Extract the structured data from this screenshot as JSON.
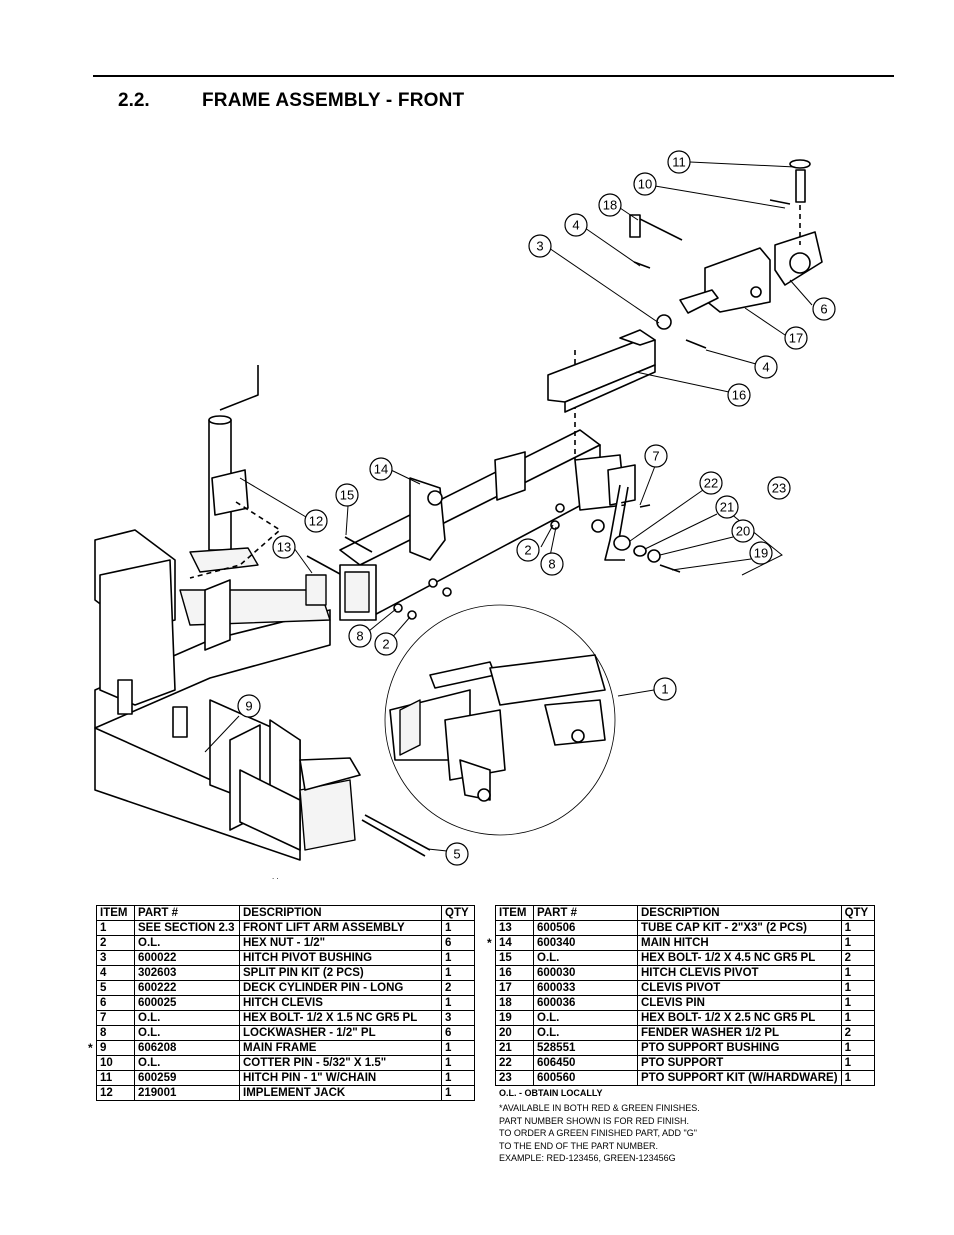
{
  "section": {
    "number": "2.2.",
    "title": "FRAME ASSEMBLY - FRONT"
  },
  "callouts": [
    "11",
    "10",
    "18",
    "4",
    "3",
    "6",
    "17",
    "4",
    "16",
    "7",
    "14",
    "15",
    "12",
    "13",
    "23",
    "22",
    "21",
    "20",
    "19",
    "2",
    "8",
    "8",
    "2",
    "1",
    "9",
    "5"
  ],
  "table_headers": {
    "item": "ITEM",
    "part": "PART #",
    "description": "DESCRIPTION",
    "qty": "QTY"
  },
  "parts_left": [
    {
      "item": "1",
      "part": "SEE SECTION 2.3",
      "description": "FRONT LIFT ARM ASSEMBLY",
      "qty": "1"
    },
    {
      "item": "2",
      "part": "O.L.",
      "description": "HEX NUT - 1/2\"",
      "qty": "6"
    },
    {
      "item": "3",
      "part": "600022",
      "description": "HITCH PIVOT BUSHING",
      "qty": "1"
    },
    {
      "item": "4",
      "part": "302603",
      "description": "SPLIT PIN KIT (2 PCS)",
      "qty": "1"
    },
    {
      "item": "5",
      "part": "600222",
      "description": "DECK CYLINDER PIN - LONG",
      "qty": "2"
    },
    {
      "item": "6",
      "part": "600025",
      "description": "HITCH CLEVIS",
      "qty": "1"
    },
    {
      "item": "7",
      "part": "O.L.",
      "description": "HEX BOLT- 1/2 X 1.5 NC GR5 PL",
      "qty": "3"
    },
    {
      "item": "8",
      "part": "O.L.",
      "description": "LOCKWASHER - 1/2\" PL",
      "qty": "6"
    },
    {
      "item": "9",
      "part": "606208",
      "description": "MAIN FRAME",
      "qty": "1",
      "star": "*"
    },
    {
      "item": "10",
      "part": "O.L.",
      "description": "COTTER PIN - 5/32\" X 1.5\"",
      "qty": "1"
    },
    {
      "item": "11",
      "part": "600259",
      "description": "HITCH PIN - 1\" W/CHAIN",
      "qty": "1"
    },
    {
      "item": "12",
      "part": "219001",
      "description": "IMPLEMENT JACK",
      "qty": "1"
    }
  ],
  "parts_right": [
    {
      "item": "13",
      "part": "600506",
      "description": "TUBE CAP KIT -  2\"X3\" (2 PCS)",
      "qty": "1"
    },
    {
      "item": "14",
      "part": "600340",
      "description": "MAIN HITCH",
      "qty": "1",
      "star": "*"
    },
    {
      "item": "15",
      "part": "O.L.",
      "description": "HEX BOLT- 1/2 X 4.5 NC GR5 PL",
      "qty": "2"
    },
    {
      "item": "16",
      "part": "600030",
      "description": "HITCH CLEVIS PIVOT",
      "qty": "1"
    },
    {
      "item": "17",
      "part": "600033",
      "description": "CLEVIS PIVOT",
      "qty": "1"
    },
    {
      "item": "18",
      "part": "600036",
      "description": "CLEVIS PIN",
      "qty": "1"
    },
    {
      "item": "19",
      "part": "O.L.",
      "description": "HEX BOLT- 1/2 X 2.5 NC GR5 PL",
      "qty": "1"
    },
    {
      "item": "20",
      "part": "O.L.",
      "description": "FENDER WASHER 1/2 PL",
      "qty": "2"
    },
    {
      "item": "21",
      "part": "528551",
      "description": "PTO SUPPORT BUSHING",
      "qty": "1"
    },
    {
      "item": "22",
      "part": "606450",
      "description": "PTO SUPPORT",
      "qty": "1"
    },
    {
      "item": "23",
      "part": "600560",
      "description": "PTO SUPPORT KIT (W/HARDWARE)",
      "qty": "1"
    }
  ],
  "notes": {
    "ol": "O.L. - OBTAIN LOCALLY",
    "finish": [
      "*AVAILABLE IN BOTH RED & GREEN FINISHES.",
      "PART NUMBER SHOWN IS FOR RED FINISH.",
      "TO ORDER A GREEN FINISHED PART, ADD \"G\"",
      "TO THE END OF THE PART NUMBER.",
      "EXAMPLE: RED-123456, GREEN-123456G"
    ],
    "tick": ". ."
  }
}
